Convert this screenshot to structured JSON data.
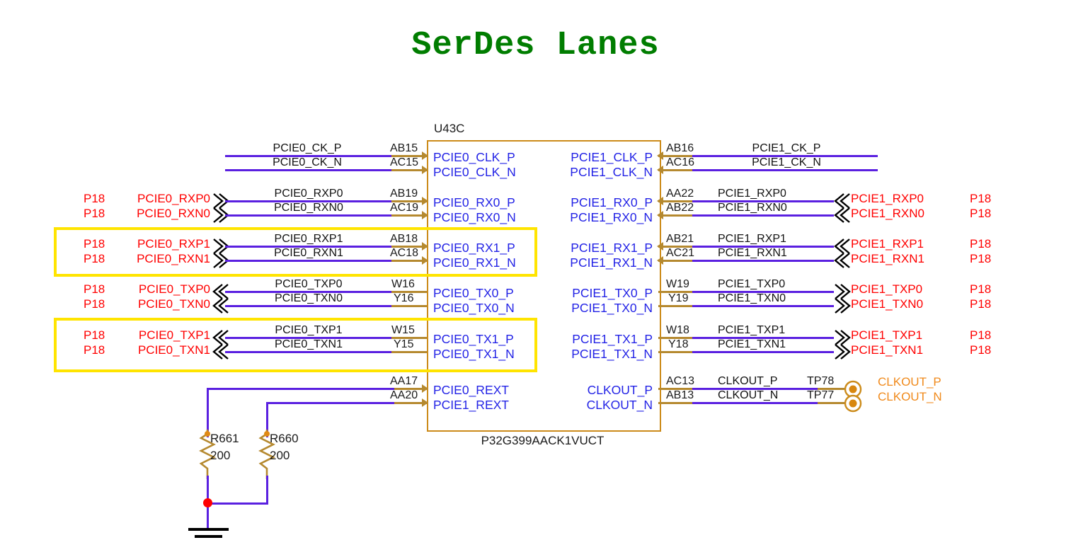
{
  "page": {
    "title": "SerDes Lanes",
    "title_color": "#007d00"
  },
  "chip": {
    "reference": "U43C",
    "part_number": "P32G399AACK1VUCT",
    "border_color": "#cc8b1a",
    "pin_name_color": "#2323e6"
  },
  "colors": {
    "wire": "#5a20e0",
    "pin_stub": "#b5892f",
    "off_page_label": "#ff0000",
    "highlight": "#ffe400",
    "test_point_label": "#f08a1c",
    "junction": "#ff0000"
  },
  "left_side": {
    "rows": [
      {
        "id": "pcie0-clk",
        "page_refs": [],
        "off_page_labels": [],
        "connector": "none",
        "nets": [
          "PCIE0_CK_P",
          "PCIE0_CK_N"
        ],
        "pins": [
          "AB15",
          "AC15"
        ],
        "chip_pin_names": [
          "PCIE0_CLK_P",
          "PCIE0_CLK_N"
        ],
        "direction": "in"
      },
      {
        "id": "pcie0-rx0",
        "page_refs": [
          "P18",
          "P18"
        ],
        "off_page_labels": [
          "PCIE0_RXP0",
          "PCIE0_RXN0"
        ],
        "connector": "in",
        "nets": [
          "PCIE0_RXP0",
          "PCIE0_RXN0"
        ],
        "pins": [
          "AB19",
          "AC19"
        ],
        "chip_pin_names": [
          "PCIE0_RX0_P",
          "PCIE0_RX0_N"
        ],
        "direction": "in"
      },
      {
        "id": "pcie0-rx1",
        "page_refs": [
          "P18",
          "P18"
        ],
        "off_page_labels": [
          "PCIE0_RXP1",
          "PCIE0_RXN1"
        ],
        "connector": "in",
        "nets": [
          "PCIE0_RXP1",
          "PCIE0_RXN1"
        ],
        "pins": [
          "AB18",
          "AC18"
        ],
        "chip_pin_names": [
          "PCIE0_RX1_P",
          "PCIE0_RX1_N"
        ],
        "direction": "in",
        "highlighted": true
      },
      {
        "id": "pcie0-tx0",
        "page_refs": [
          "P18",
          "P18"
        ],
        "off_page_labels": [
          "PCIE0_TXP0",
          "PCIE0_TXN0"
        ],
        "connector": "out",
        "nets": [
          "PCIE0_TXP0",
          "PCIE0_TXN0"
        ],
        "pins": [
          "W16",
          "Y16"
        ],
        "chip_pin_names": [
          "PCIE0_TX0_P",
          "PCIE0_TX0_N"
        ],
        "direction": "out"
      },
      {
        "id": "pcie0-tx1",
        "page_refs": [
          "P18",
          "P18"
        ],
        "off_page_labels": [
          "PCIE0_TXP1",
          "PCIE0_TXN1"
        ],
        "connector": "out",
        "nets": [
          "PCIE0_TXP1",
          "PCIE0_TXN1"
        ],
        "pins": [
          "W15",
          "Y15"
        ],
        "chip_pin_names": [
          "PCIE0_TX1_P",
          "PCIE0_TX1_N"
        ],
        "direction": "out",
        "highlighted": true
      },
      {
        "id": "pcie-rext",
        "page_refs": [],
        "off_page_labels": [],
        "connector": "none",
        "nets": [
          "",
          ""
        ],
        "pins": [
          "AA17",
          "AA20"
        ],
        "chip_pin_names": [
          "PCIE0_REXT",
          "PCIE1_REXT"
        ],
        "direction": "in"
      }
    ]
  },
  "right_side": {
    "rows": [
      {
        "id": "pcie1-clk",
        "pins": [
          "AB16",
          "AC16"
        ],
        "chip_pin_names": [
          "PCIE1_CLK_P",
          "PCIE1_CLK_N"
        ],
        "nets": [
          "PCIE1_CK_P",
          "PCIE1_CK_N"
        ],
        "connector": "none",
        "off_page_labels": [],
        "page_refs": []
      },
      {
        "id": "pcie1-rx0",
        "pins": [
          "AA22",
          "AB22"
        ],
        "chip_pin_names": [
          "PCIE1_RX0_P",
          "PCIE1_RX0_N"
        ],
        "nets": [
          "PCIE1_RXP0",
          "PCIE1_RXN0"
        ],
        "connector": "in",
        "off_page_labels": [
          "PCIE1_RXP0",
          "PCIE1_RXN0"
        ],
        "page_refs": [
          "P18",
          "P18"
        ]
      },
      {
        "id": "pcie1-rx1",
        "pins": [
          "AB21",
          "AC21"
        ],
        "chip_pin_names": [
          "PCIE1_RX1_P",
          "PCIE1_RX1_N"
        ],
        "nets": [
          "PCIE1_RXP1",
          "PCIE1_RXN1"
        ],
        "connector": "in",
        "off_page_labels": [
          "PCIE1_RXP1",
          "PCIE1_RXN1"
        ],
        "page_refs": [
          "P18",
          "P18"
        ]
      },
      {
        "id": "pcie1-tx0",
        "pins": [
          "W19",
          "Y19"
        ],
        "chip_pin_names": [
          "PCIE1_TX0_P",
          "PCIE1_TX0_N"
        ],
        "nets": [
          "PCIE1_TXP0",
          "PCIE1_TXN0"
        ],
        "connector": "out",
        "off_page_labels": [
          "PCIE1_TXP0",
          "PCIE1_TXN0"
        ],
        "page_refs": [
          "P18",
          "P18"
        ]
      },
      {
        "id": "pcie1-tx1",
        "pins": [
          "W18",
          "Y18"
        ],
        "chip_pin_names": [
          "PCIE1_TX1_P",
          "PCIE1_TX1_N"
        ],
        "nets": [
          "PCIE1_TXP1",
          "PCIE1_TXN1"
        ],
        "connector": "out",
        "off_page_labels": [
          "PCIE1_TXP1",
          "PCIE1_TXN1"
        ],
        "page_refs": [
          "P18",
          "P18"
        ]
      },
      {
        "id": "clkout",
        "pins": [
          "AC13",
          "AB13"
        ],
        "chip_pin_names": [
          "CLKOUT_P",
          "CLKOUT_N"
        ],
        "nets": [
          "CLKOUT_P",
          "CLKOUT_N"
        ],
        "connector": "testpoint",
        "test_points": [
          "TP78",
          "TP77"
        ],
        "test_point_labels": [
          "CLKOUT_P",
          "CLKOUT_N"
        ],
        "page_refs": []
      }
    ]
  },
  "resistors": [
    {
      "ref": "R661",
      "value": "200"
    },
    {
      "ref": "R660",
      "value": "200"
    }
  ]
}
